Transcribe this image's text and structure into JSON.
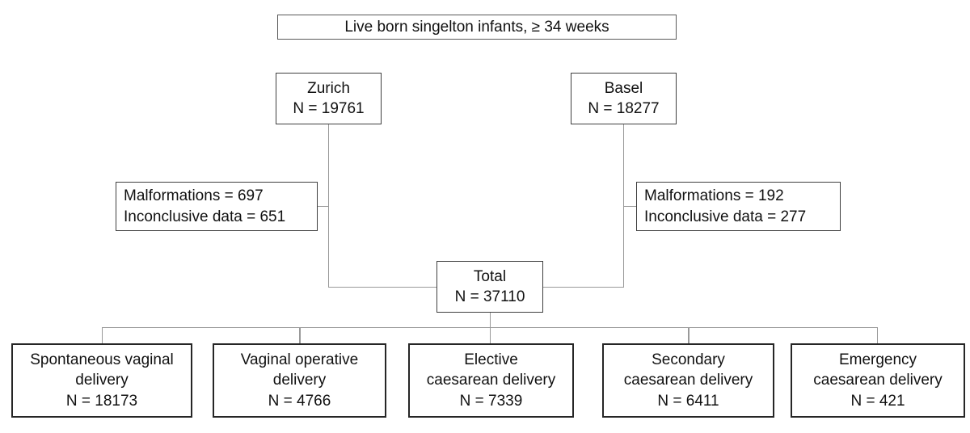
{
  "flowchart": {
    "root": {
      "text": "Live born singelton infants, ≥ 34 weeks"
    },
    "sites": [
      {
        "name": "Zurich",
        "n": "N = 19761",
        "exclusions": {
          "malformations": "Malformations = 697",
          "inconclusive": "Inconclusive data = 651"
        }
      },
      {
        "name": "Basel",
        "n": "N = 18277",
        "exclusions": {
          "malformations": "Malformations = 192",
          "inconclusive": "Inconclusive data = 277"
        }
      }
    ],
    "total": {
      "name": "Total",
      "n": "N = 37110"
    },
    "outcomes": [
      {
        "line1": "Spontaneous vaginal",
        "line2": "delivery",
        "n": "N = 18173"
      },
      {
        "line1": "Vaginal operative",
        "line2": "delivery",
        "n": "N = 4766"
      },
      {
        "line1": "Elective",
        "line2": "caesarean delivery",
        "n": "N = 7339"
      },
      {
        "line1": "Secondary",
        "line2": "caesarean delivery",
        "n": "N = 6411"
      },
      {
        "line1": "Emergency",
        "line2": "caesarean delivery",
        "n": "N = 421"
      }
    ]
  },
  "colors": {
    "background": "#ffffff",
    "box_border": "#3f3f3f",
    "box_border_heavy": "#262626",
    "box_border_thin": "#595959",
    "connector": "#999999",
    "text": "#111111"
  }
}
